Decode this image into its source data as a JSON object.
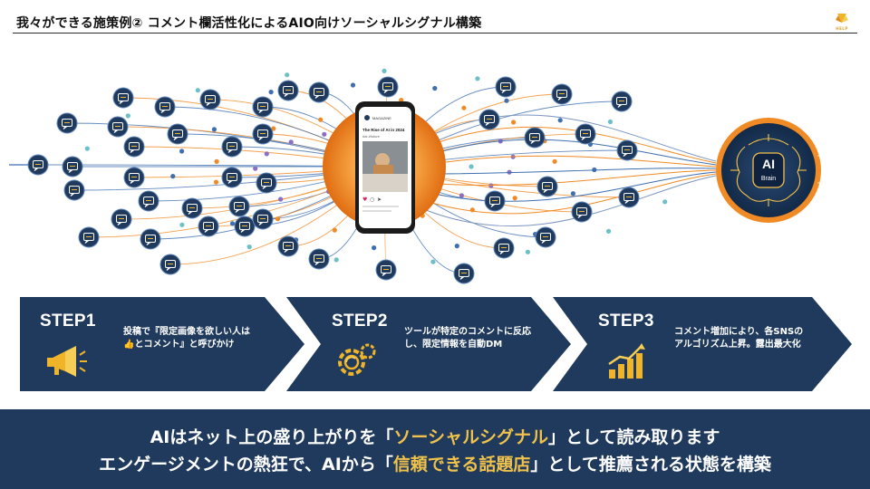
{
  "header": {
    "title": "我々ができる施策例② コメント欄活性化によるAIO向けソーシャルシグナル構築",
    "logo_text": "HELP"
  },
  "illustration": {
    "phone_brand": "MAGAZINE",
    "phone_headline": "The Rise of AI in 2024",
    "phone_sub": "#ai #future",
    "ai_label_1": "AI",
    "ai_label_2": "Brain"
  },
  "steps": [
    {
      "title": "STEP1",
      "text": "投稿で『限定画像を欲しい人は👍とコメント』と呼びかけ",
      "icon": "megaphone-icon"
    },
    {
      "title": "STEP2",
      "text": "ツールが特定のコメントに反応し、限定情報を自動DM",
      "icon": "gear-refresh-icon"
    },
    {
      "title": "STEP3",
      "text": "コメント増加により、各SNSのアルゴリズム上昇。露出最大化",
      "icon": "growth-chart-icon"
    }
  ],
  "banner": {
    "line1_pre": "AIはネット上の盛り上がりを「",
    "line1_hl": "ソーシャルシグナル",
    "line1_post": "」として読み取ります",
    "line2_pre": "エンゲージメントの熱狂で、AIから「",
    "line2_hl": "信頼できる話題店",
    "line2_post": "」として推薦される状態を構築"
  },
  "colors": {
    "navy": "#1f3a5c",
    "orange": "#f08a24",
    "highlight": "#f0c24b"
  }
}
